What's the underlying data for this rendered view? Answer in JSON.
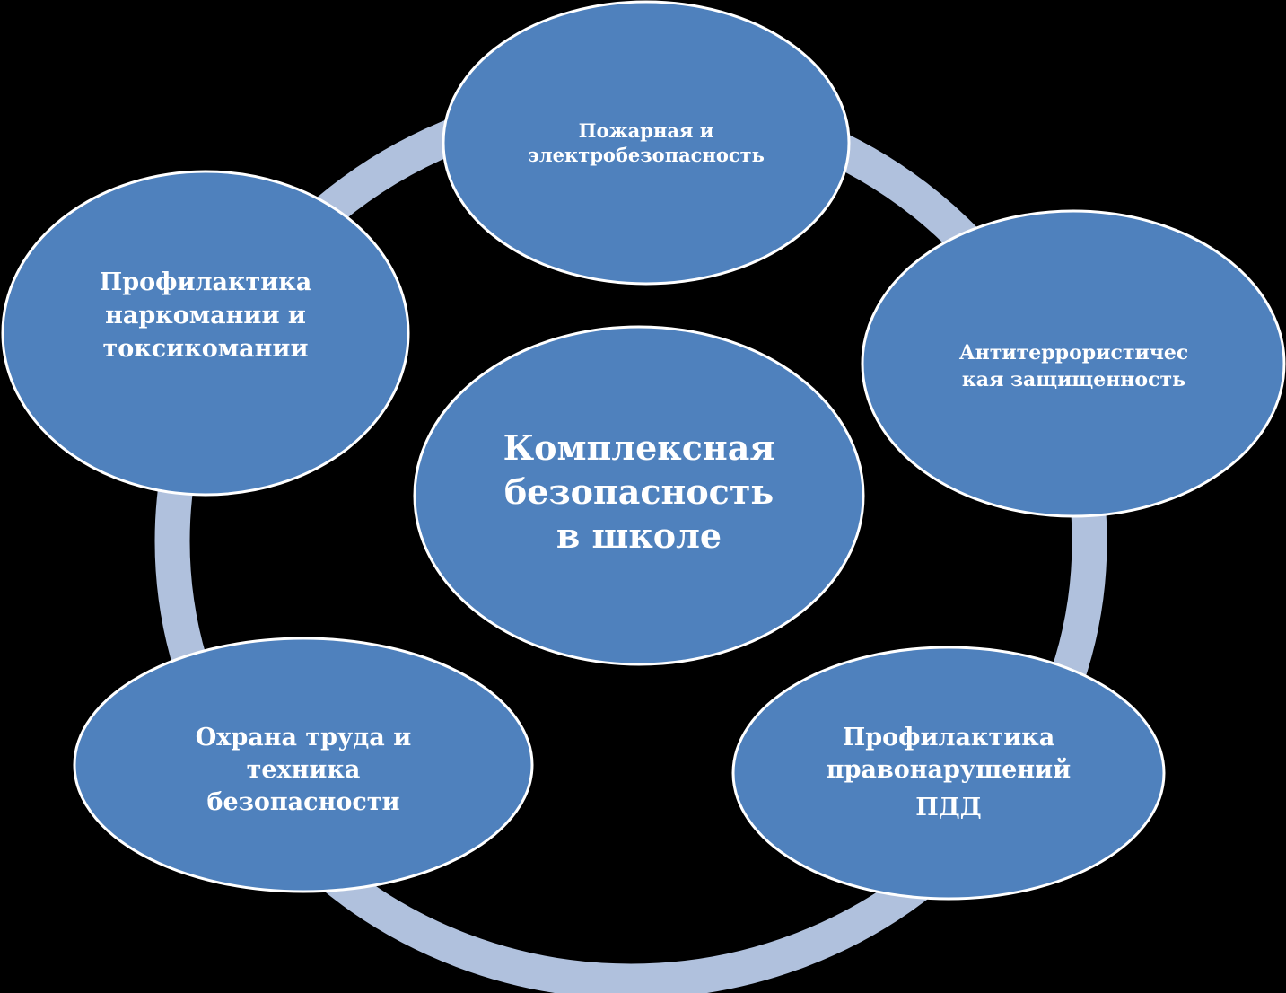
{
  "diagram": {
    "type": "cycle",
    "colors": {
      "background": "#000000",
      "node_fill": "#4F81BD",
      "node_stroke": "#FFFFFF",
      "ring": "#B0C1DD",
      "text": "#FFFFFF"
    },
    "center": {
      "label_lines": [
        "Комплексная",
        "безопасность",
        "в школе"
      ]
    },
    "nodes": [
      {
        "id": "fire",
        "label_lines": [
          "Пожарная и",
          "электробезопасность"
        ]
      },
      {
        "id": "antiterror",
        "label_lines": [
          "Антитеррористичес",
          "кая защищенность"
        ]
      },
      {
        "id": "offenses",
        "label_lines": [
          "Профилактика",
          "правонарушений",
          "ПДД"
        ]
      },
      {
        "id": "labor",
        "label_lines": [
          "Охрана труда и",
          "техника",
          "безопасности"
        ]
      },
      {
        "id": "drugs",
        "label_lines": [
          "Профилактика",
          "наркомании и",
          "токсикомании"
        ]
      }
    ]
  }
}
